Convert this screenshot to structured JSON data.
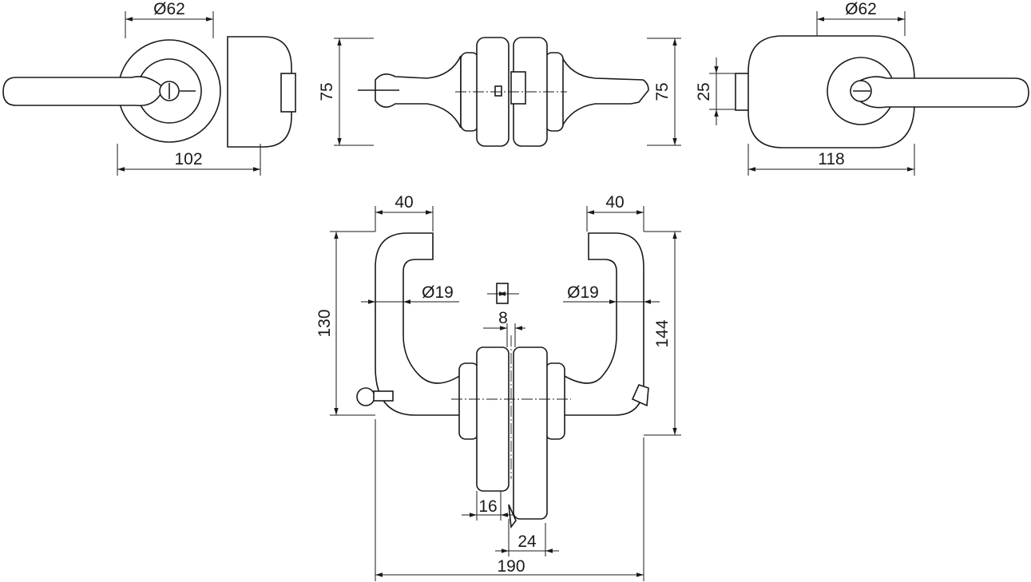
{
  "views": {
    "front_left": {
      "diameter": "Ø62",
      "width": "102"
    },
    "side": {
      "height_left": "75",
      "height_right": "75"
    },
    "front_right": {
      "diameter": "Ø62",
      "offset": "25",
      "width": "118"
    },
    "top": {
      "lever_left_depth": "40",
      "lever_right_depth": "40",
      "height_left": "130",
      "height_right": "144",
      "grip_left_diameter": "Ø19",
      "grip_right_diameter": "Ø19",
      "spindle": "8",
      "glass_thickness": "16",
      "latch_offset": "24",
      "overall_width": "190"
    }
  }
}
